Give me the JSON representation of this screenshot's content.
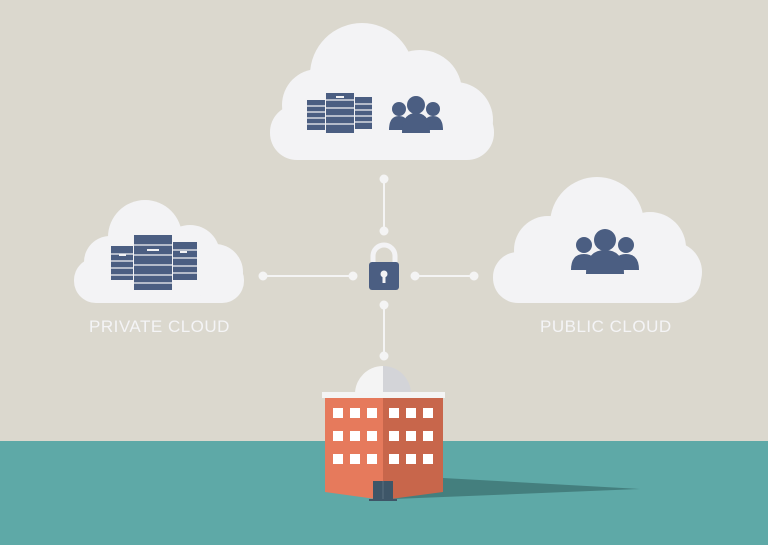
{
  "colors": {
    "sky": "#dbd8ce",
    "ground": "#5ea9a7",
    "cloud": "#f3f3f5",
    "icon": "#4b5e82",
    "building_left": "#e67a5c",
    "building_right": "#c8664b",
    "roof": "#f4f4f4",
    "dome_shade": "#d3d4d8",
    "shadow": "#447f7e",
    "door": "#3e5668",
    "connector": "#f4f4f4"
  },
  "diagram": {
    "title": "Hybrid cloud connected to on-premise building via secure lock",
    "nodes": [
      {
        "id": "top-cloud",
        "icons": [
          "server-rack-icon",
          "people-group-icon"
        ],
        "label": ""
      },
      {
        "id": "private-cloud",
        "icons": [
          "server-rack-icon"
        ],
        "label": "PRIVATE CLOUD"
      },
      {
        "id": "public-cloud",
        "icons": [
          "people-group-icon"
        ],
        "label": "PUBLIC CLOUD"
      },
      {
        "id": "lock",
        "icons": [
          "padlock-icon"
        ],
        "label": ""
      },
      {
        "id": "building",
        "icons": [
          "office-building-icon"
        ],
        "label": ""
      }
    ],
    "edges": [
      {
        "from": "lock",
        "to": "top-cloud"
      },
      {
        "from": "lock",
        "to": "private-cloud"
      },
      {
        "from": "lock",
        "to": "public-cloud"
      },
      {
        "from": "lock",
        "to": "building"
      }
    ]
  },
  "labels": {
    "private": "PRIVATE CLOUD",
    "public": "PUBLIC CLOUD"
  }
}
